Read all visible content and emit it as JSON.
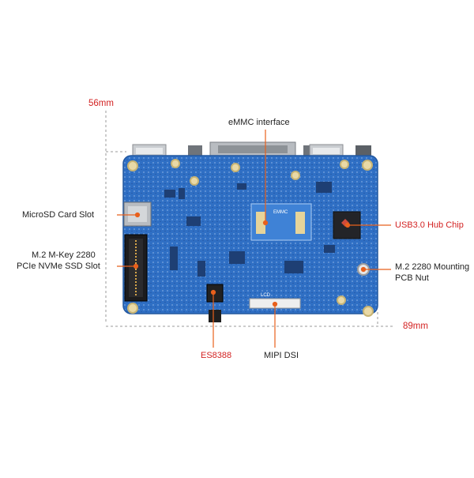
{
  "dimensions": {
    "height_label": "56mm",
    "width_label": "89mm"
  },
  "labels": {
    "emmc": "eMMC interface",
    "microsd": "MicroSD Card Slot",
    "m2_line1": "M.2 M-Key 2280",
    "m2_line2": "PCIe NVMe SSD Slot",
    "usb_hub": "USB3.0 Hub Chip",
    "nut_line1": "M.2 2280 Mounting",
    "nut_line2": "PCB Nut",
    "es8388": "ES8388",
    "mipi": "MIPI DSI",
    "board_emmc": "EMMC",
    "board_lcd": "LCD"
  },
  "colors": {
    "board": "#2f6fc4",
    "leader": "#e8601c",
    "accent_text": "#d32222"
  }
}
